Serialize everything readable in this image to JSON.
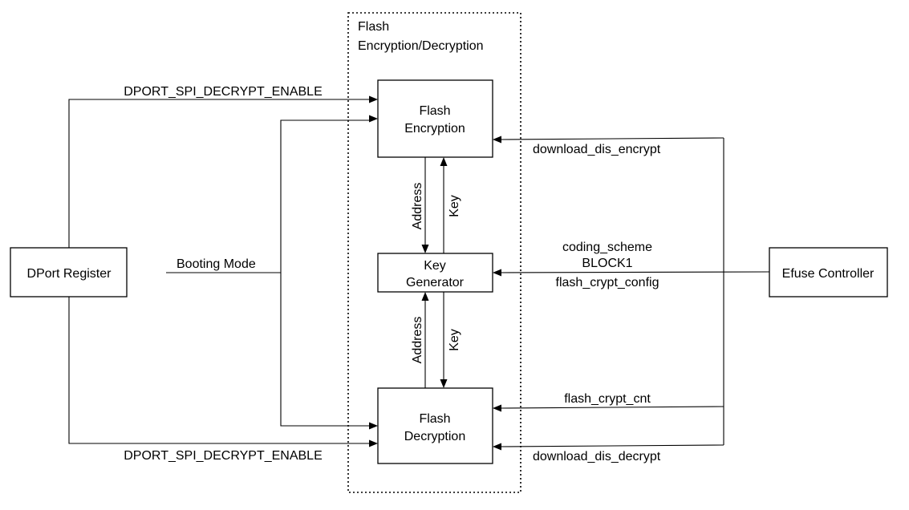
{
  "group": {
    "title_line1": "Flash",
    "title_line2": "Encryption/Decryption"
  },
  "blocks": {
    "flash_encryption": {
      "line1": "Flash",
      "line2": "Encryption"
    },
    "key_generator": {
      "line1": "Key",
      "line2": "Generator"
    },
    "flash_decryption": {
      "line1": "Flash",
      "line2": "Decryption"
    },
    "dport_register": {
      "label": "DPort Register"
    },
    "efuse_controller": {
      "label": "Efuse Controller"
    }
  },
  "signals": {
    "dport_spi_decrypt_enable_top": "DPORT_SPI_DECRYPT_ENABLE",
    "dport_spi_decrypt_enable_bottom": "DPORT_SPI_DECRYPT_ENABLE",
    "booting_mode": "Booting Mode",
    "download_dis_encrypt": "download_dis_encrypt",
    "coding_scheme": "coding_scheme",
    "block1": "BLOCK1",
    "flash_crypt_config": "flash_crypt_config",
    "flash_crypt_cnt": "flash_crypt_cnt",
    "download_dis_decrypt": "download_dis_decrypt",
    "address_upper": "Address",
    "key_upper": "Key",
    "address_lower": "Address",
    "key_lower": "Key"
  }
}
